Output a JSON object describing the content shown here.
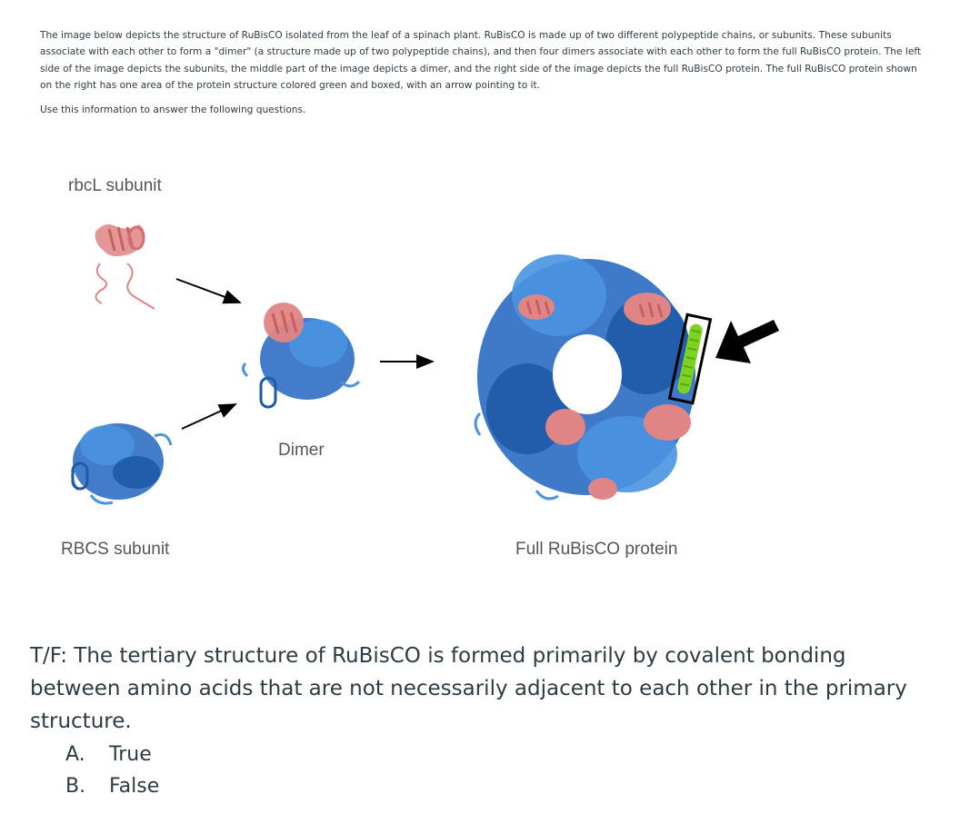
{
  "intro": {
    "paragraph1": "The image below depicts the structure of RuBisCO isolated from the leaf of a spinach plant. RuBisCO is made up of two different polypeptide chains, or subunits. These subunits associate with each other to form a \"dimer\" (a structure made up of two polypeptide chains), and then four dimers associate with each other to form the full RuBisCO protein. The left side of the image depicts the subunits, the middle part of the image depicts a dimer, and the right side of the image depicts the full RuBisCO protein. The full RuBisCO protein shown on the right has one area of the protein structure colored green and boxed, with an arrow pointing to it.",
    "paragraph2": "Use this information to answer the following questions."
  },
  "figure": {
    "rbcl_label": "rbcL subunit",
    "rbcs_label": "RBCS subunit",
    "dimer_label": "Dimer",
    "full_label": "Full RuBisCO protein",
    "colors": {
      "pink": "#e08585",
      "blue": "#2f6fc4",
      "light_blue": "#4a93e0",
      "green": "#7ed321",
      "arrow": "#000000"
    }
  },
  "question": {
    "text": "T/F: The tertiary structure of RuBisCO is formed primarily by covalent bonding between amino acids that are not necessarily adjacent to each other in the primary structure."
  },
  "choices": [
    {
      "letter": "A.",
      "label": "True"
    },
    {
      "letter": "B.",
      "label": "False"
    }
  ]
}
